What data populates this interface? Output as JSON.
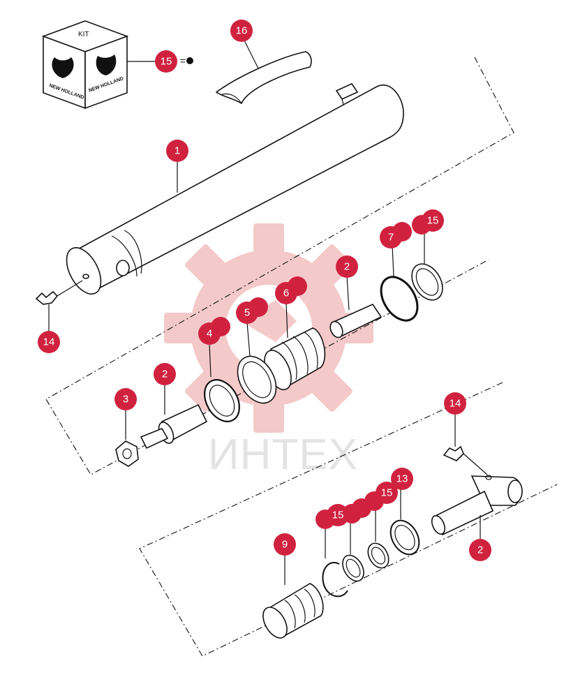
{
  "colors": {
    "callout_fill": "#d0223f",
    "watermark_gear": "#f4c9c9",
    "watermark_text": "#e3e3e3",
    "line": "#111111"
  },
  "kit_box": {
    "label": "KIT",
    "brand": "NEW HOLLAND",
    "callout": "15",
    "equals_symbol": "="
  },
  "watermark": {
    "text": "ИНТЕХ"
  },
  "callouts": [
    {
      "id": "16",
      "label": "16"
    },
    {
      "id": "1",
      "label": "1"
    },
    {
      "id": "14-top",
      "label": "14"
    },
    {
      "id": "7",
      "label": "7"
    },
    {
      "id": "15-a",
      "label": "15"
    },
    {
      "id": "2-rod",
      "label": "2"
    },
    {
      "id": "6",
      "label": "6"
    },
    {
      "id": "5",
      "label": "5"
    },
    {
      "id": "4",
      "label": "4"
    },
    {
      "id": "2-piston",
      "label": "2"
    },
    {
      "id": "3",
      "label": "3"
    },
    {
      "id": "14-bottom",
      "label": "14"
    },
    {
      "id": "13",
      "label": "13"
    },
    {
      "id": "15-b",
      "label": "15"
    },
    {
      "id": "15-c",
      "label": "15"
    },
    {
      "id": "9",
      "label": "9"
    },
    {
      "id": "2-eye",
      "label": "2"
    }
  ]
}
